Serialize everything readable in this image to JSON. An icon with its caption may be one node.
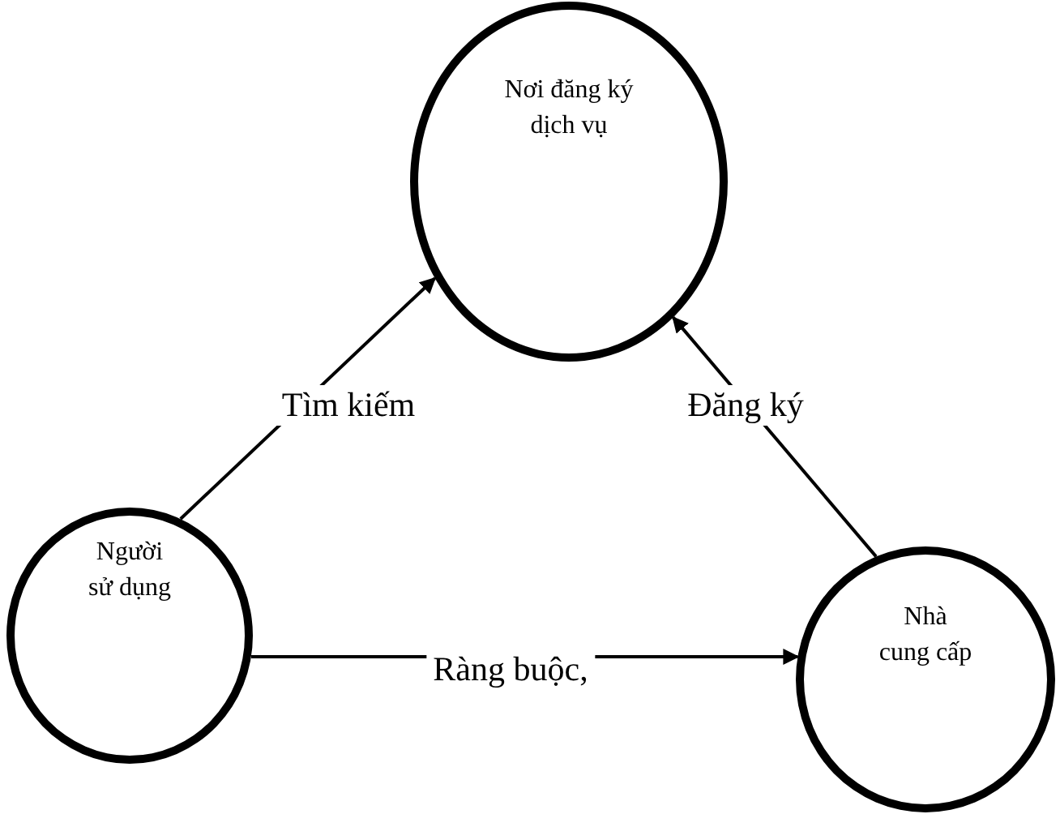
{
  "diagram": {
    "nodes": [
      {
        "text": [
          "Nơi đăng ký dịch vụ"
        ]
      },
      {
        "text": [
          "Người sử dụng"
        ]
      },
      {
        "text": [
          "Nhà cung cấp"
        ]
      }
    ],
    "edges": [
      {
        "from": 1,
        "to": 0,
        "arrow": "to",
        "label": "Tìm kiếm"
      },
      {
        "from": 2,
        "to": 0,
        "arrow": "to",
        "label": "Đăng ký"
      },
      {
        "from": 1,
        "to": 2,
        "arrow": "to",
        "label": "Ràng buộc,"
      }
    ]
  }
}
